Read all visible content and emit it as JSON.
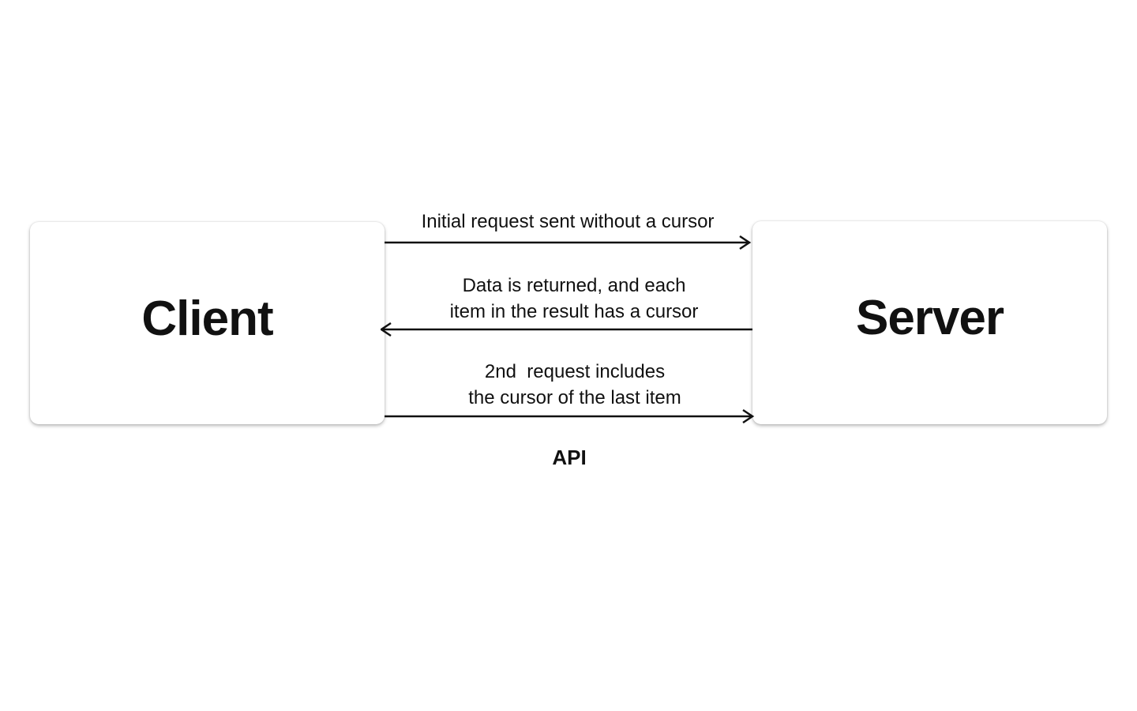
{
  "diagram": {
    "client": {
      "label": "Client"
    },
    "server": {
      "label": "Server"
    },
    "api_label": "API",
    "colors": {
      "line": "#111111",
      "text": "#111111",
      "node_background": "#ffffff",
      "page_background": "#ffffff"
    },
    "arrows": [
      {
        "id": "initial-request",
        "direction": "right",
        "lines": [
          "Initial request sent without a cursor"
        ]
      },
      {
        "id": "data-returned",
        "direction": "left",
        "lines": [
          "Data is returned, and each",
          "item in the result has a cursor"
        ]
      },
      {
        "id": "second-request",
        "direction": "right",
        "lines": [
          "2nd  request includes",
          "the cursor of the last item"
        ]
      }
    ]
  }
}
